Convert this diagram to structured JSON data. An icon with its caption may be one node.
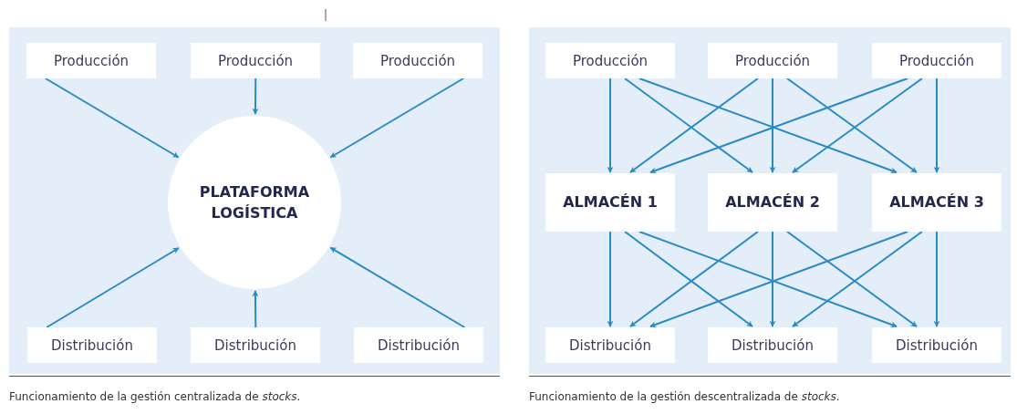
{
  "diagram": {
    "nodes": [
      {
        "text": [
          "Producción"
        ]
      },
      {
        "text": [
          "Producción"
        ]
      },
      {
        "text": [
          "Producción"
        ]
      },
      {
        "text": [
          "PLATAFORMA LOGÍSTICA"
        ]
      },
      {
        "text": [
          "Distribución"
        ]
      },
      {
        "text": [
          "Distribución"
        ]
      },
      {
        "text": [
          "Distribución"
        ]
      },
      {
        "text": [
          "Producción"
        ]
      },
      {
        "text": [
          "Producción"
        ]
      },
      {
        "text": [
          "Producción"
        ]
      },
      {
        "text": [
          "ALMACÉN 1"
        ]
      },
      {
        "text": [
          "ALMACÉN 2"
        ]
      },
      {
        "text": [
          "ALMACÉN 3"
        ]
      },
      {
        "text": [
          "Distribución"
        ]
      },
      {
        "text": [
          "Distribución"
        ]
      },
      {
        "text": [
          "Distribución"
        ]
      }
    ],
    "edges": [
      {
        "from": 0,
        "to": 3,
        "arrow": "to"
      },
      {
        "from": 1,
        "to": 3,
        "arrow": "to"
      },
      {
        "from": 2,
        "to": 3,
        "arrow": "to"
      },
      {
        "from": 4,
        "to": 3,
        "arrow": "to"
      },
      {
        "from": 5,
        "to": 3,
        "arrow": "to"
      },
      {
        "from": 6,
        "to": 3,
        "arrow": "to"
      },
      {
        "from": 7,
        "to": 10,
        "arrow": "to"
      },
      {
        "from": 7,
        "to": 11,
        "arrow": "to"
      },
      {
        "from": 7,
        "to": 12,
        "arrow": "to"
      },
      {
        "from": 8,
        "to": 10,
        "arrow": "to"
      },
      {
        "from": 8,
        "to": 11,
        "arrow": "to"
      },
      {
        "from": 8,
        "to": 12,
        "arrow": "to"
      },
      {
        "from": 9,
        "to": 10,
        "arrow": "to"
      },
      {
        "from": 9,
        "to": 11,
        "arrow": "to"
      },
      {
        "from": 9,
        "to": 12,
        "arrow": "to"
      },
      {
        "from": 10,
        "to": 13,
        "arrow": "to"
      },
      {
        "from": 10,
        "to": 14,
        "arrow": "to"
      },
      {
        "from": 10,
        "to": 15,
        "arrow": "to"
      },
      {
        "from": 11,
        "to": 13,
        "arrow": "to"
      },
      {
        "from": 11,
        "to": 14,
        "arrow": "to"
      },
      {
        "from": 11,
        "to": 15,
        "arrow": "to"
      },
      {
        "from": 12,
        "to": 13,
        "arrow": "to"
      },
      {
        "from": 12,
        "to": 14,
        "arrow": "to"
      },
      {
        "from": 12,
        "to": 15,
        "arrow": "to"
      }
    ],
    "labels": [
      "Funcionamiento de la gestión centralizada de *stocks*.",
      "Funcionamiento de la gestión descentralizada de *stocks*."
    ]
  }
}
